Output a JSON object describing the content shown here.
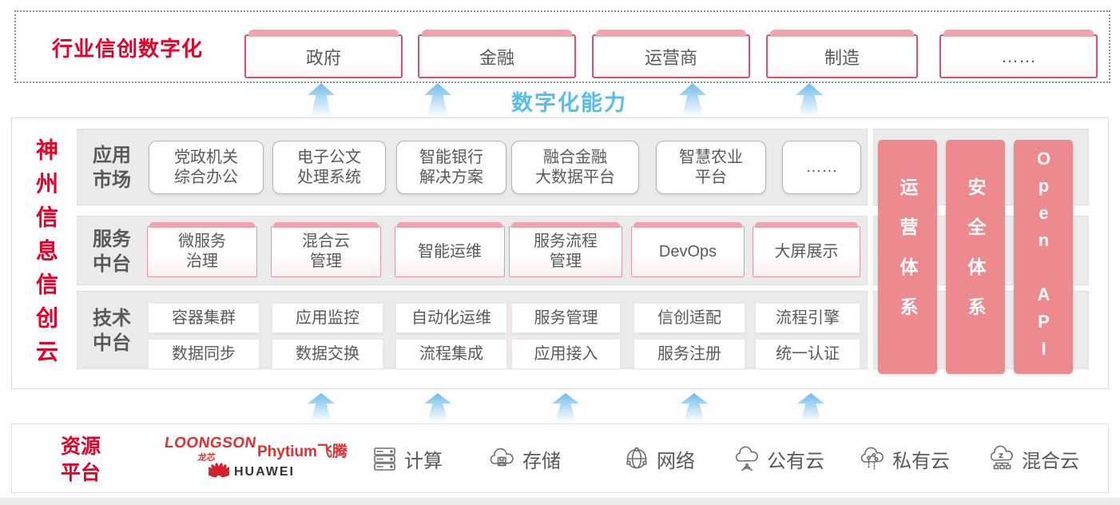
{
  "top": {
    "label": "行业信创数字化",
    "industries": [
      "政府",
      "金融",
      "运营商",
      "制造",
      "……"
    ]
  },
  "capability": "数字化能力",
  "main": {
    "title": "神州信息信创云",
    "app_row": {
      "label": "应用\n市场",
      "items": [
        "党政机关\n综合办公",
        "电子公文\n处理系统",
        "智能银行\n解决方案",
        "融合金融\n大数据平台",
        "智慧农业\n平台",
        "……"
      ]
    },
    "svc_row": {
      "label": "服务\n中台",
      "items": [
        "微服务\n治理",
        "混合云\n管理",
        "智能运维",
        "服务流程\n管理",
        "DevOps",
        "大屏展示"
      ]
    },
    "tech_row": {
      "label": "技术\n中台",
      "row1": [
        "容器集群",
        "应用监控",
        "自动化运维",
        "服务管理",
        "信创适配",
        "流程引擎"
      ],
      "row2": [
        "数据同步",
        "数据交换",
        "流程集成",
        "应用接入",
        "服务注册",
        "统一认证"
      ]
    },
    "bars": [
      "运营体系",
      "安全体系",
      "Open API"
    ]
  },
  "resource": {
    "label": "资源\n平台",
    "vendors": {
      "loongson": "LOONGSON",
      "loongson_sub": "龙芯",
      "phytium": "Phytium飞腾",
      "huawei": "HUAWEI"
    },
    "items": [
      {
        "icon": "server-icon",
        "label": "计算"
      },
      {
        "icon": "cloud-storage-icon",
        "label": "存储"
      },
      {
        "icon": "network-icon",
        "label": "网络"
      },
      {
        "icon": "public-cloud-icon",
        "label": "公有云"
      },
      {
        "icon": "private-cloud-icon",
        "label": "私有云"
      },
      {
        "icon": "hybrid-cloud-icon",
        "label": "混合云"
      }
    ]
  },
  "colors": {
    "red": "#e60027",
    "pink_bar": "#ed8a90",
    "blue": "#54bfee",
    "text_gray": "#595959"
  }
}
